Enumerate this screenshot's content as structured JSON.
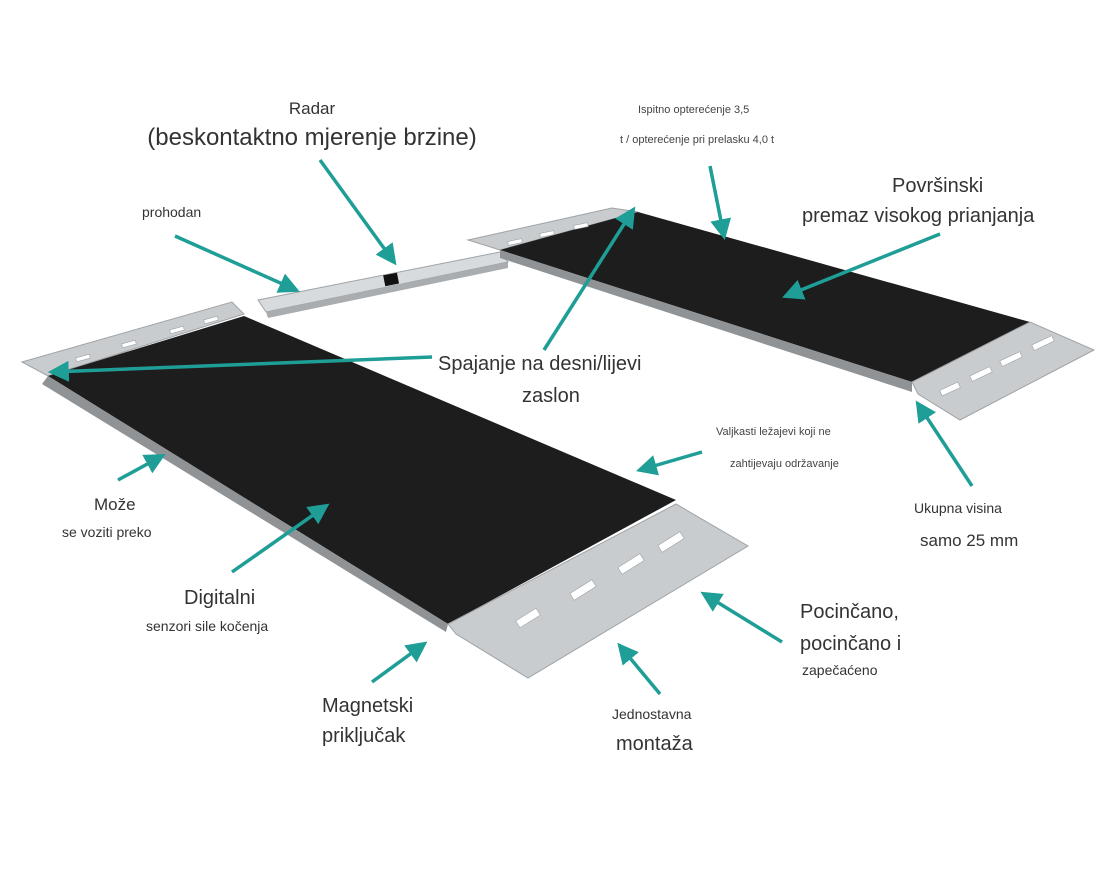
{
  "colors": {
    "arrow": "#1e9e96",
    "mat": "#1d1d1d",
    "metal": "#c9ccce",
    "metal_dark": "#9fa3a6"
  },
  "labels": {
    "radar": {
      "line1": "Radar",
      "line2": "(beskontaktno mjerenje brzine)"
    },
    "load": {
      "line1": "Ispitno opterećenje 3,5",
      "line2": "t / opterećenje pri prelasku 4,0 t"
    },
    "surface": {
      "line1": "Površinski",
      "line2": "premaz visokog prianjanja"
    },
    "passable": {
      "line1": "prohodan"
    },
    "connect": {
      "line1": "Spajanje na desni/lijevi",
      "line2": "zaslon"
    },
    "rollers": {
      "line1": "Valjkasti ležajevi koji ne",
      "line2": "zahtijevaju održavanje"
    },
    "drive_over": {
      "line1": "Može",
      "line2": "se voziti preko"
    },
    "height": {
      "line1": "Ukupna visina",
      "line2": "samo 25 mm"
    },
    "digital": {
      "line1": "Digitalni",
      "line2": "senzori sile kočenja"
    },
    "galvanized": {
      "line1": "Pocinčano,",
      "line2": "pocinčano i",
      "line3": "zapečaćeno"
    },
    "magnetic": {
      "line1": "Magnetski",
      "line2": "priključak"
    },
    "mounting": {
      "line1": "Jednostavna",
      "line2": "montaža"
    }
  }
}
